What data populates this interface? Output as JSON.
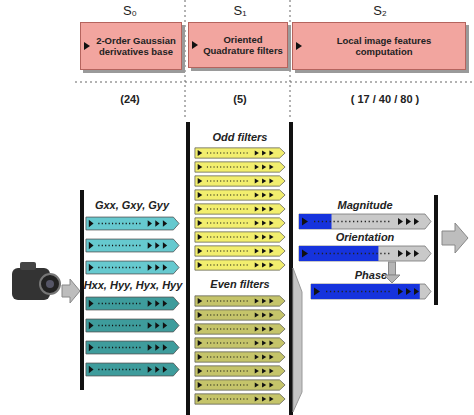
{
  "diagram": {
    "nodes": [
      {
        "text": [
          "2-Order Gaussian derivatives base"
        ]
      },
      {
        "text": [
          "Oriented Quadrature filters"
        ]
      },
      {
        "text": [
          "Local image features computation"
        ]
      },
      {
        "text": [
          "Magnitude"
        ]
      },
      {
        "text": [
          "Orientation"
        ]
      },
      {
        "text": [
          "Phase"
        ]
      }
    ],
    "edges": [
      {
        "from": 4,
        "to": 5,
        "arrow": "to"
      }
    ],
    "labels": [
      "S₀",
      "S₁",
      "S₂",
      "(24)",
      "(5)",
      "( 17 / 40 / 80 )",
      "Odd filters",
      "Gxx, Gxy, Gyy",
      "Even filters",
      "Hxx, Hyy, Hyx, Hyy"
    ]
  }
}
